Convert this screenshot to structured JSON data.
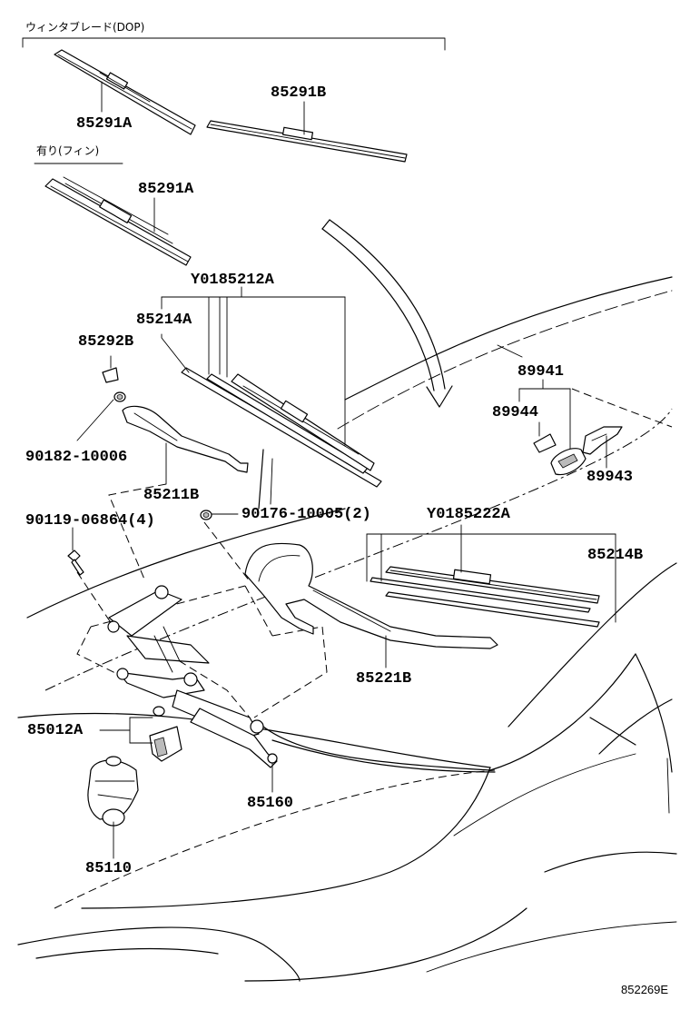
{
  "diagram_id": "852269E",
  "notes": {
    "winter_blade": "ウィンタブレード(DOP)",
    "with_fin": "有り(フィン)"
  },
  "labels": {
    "p85291A_top": "85291A",
    "p85291B": "85291B",
    "p85291A_mid": "85291A",
    "pY0185212A": "Y0185212A",
    "p85214A": "85214A",
    "p85292B": "85292B",
    "p90182": "90182-10006",
    "p85211B": "85211B",
    "p90119": "90119-06864(4)",
    "p90176": "90176-10005(2)",
    "pY0185222A": "Y0185222A",
    "p85214B": "85214B",
    "p89941": "89941",
    "p89944": "89944",
    "p89943": "89943",
    "p85221B": "85221B",
    "p85012A": "85012A",
    "p85160": "85160",
    "p85110": "85110"
  }
}
